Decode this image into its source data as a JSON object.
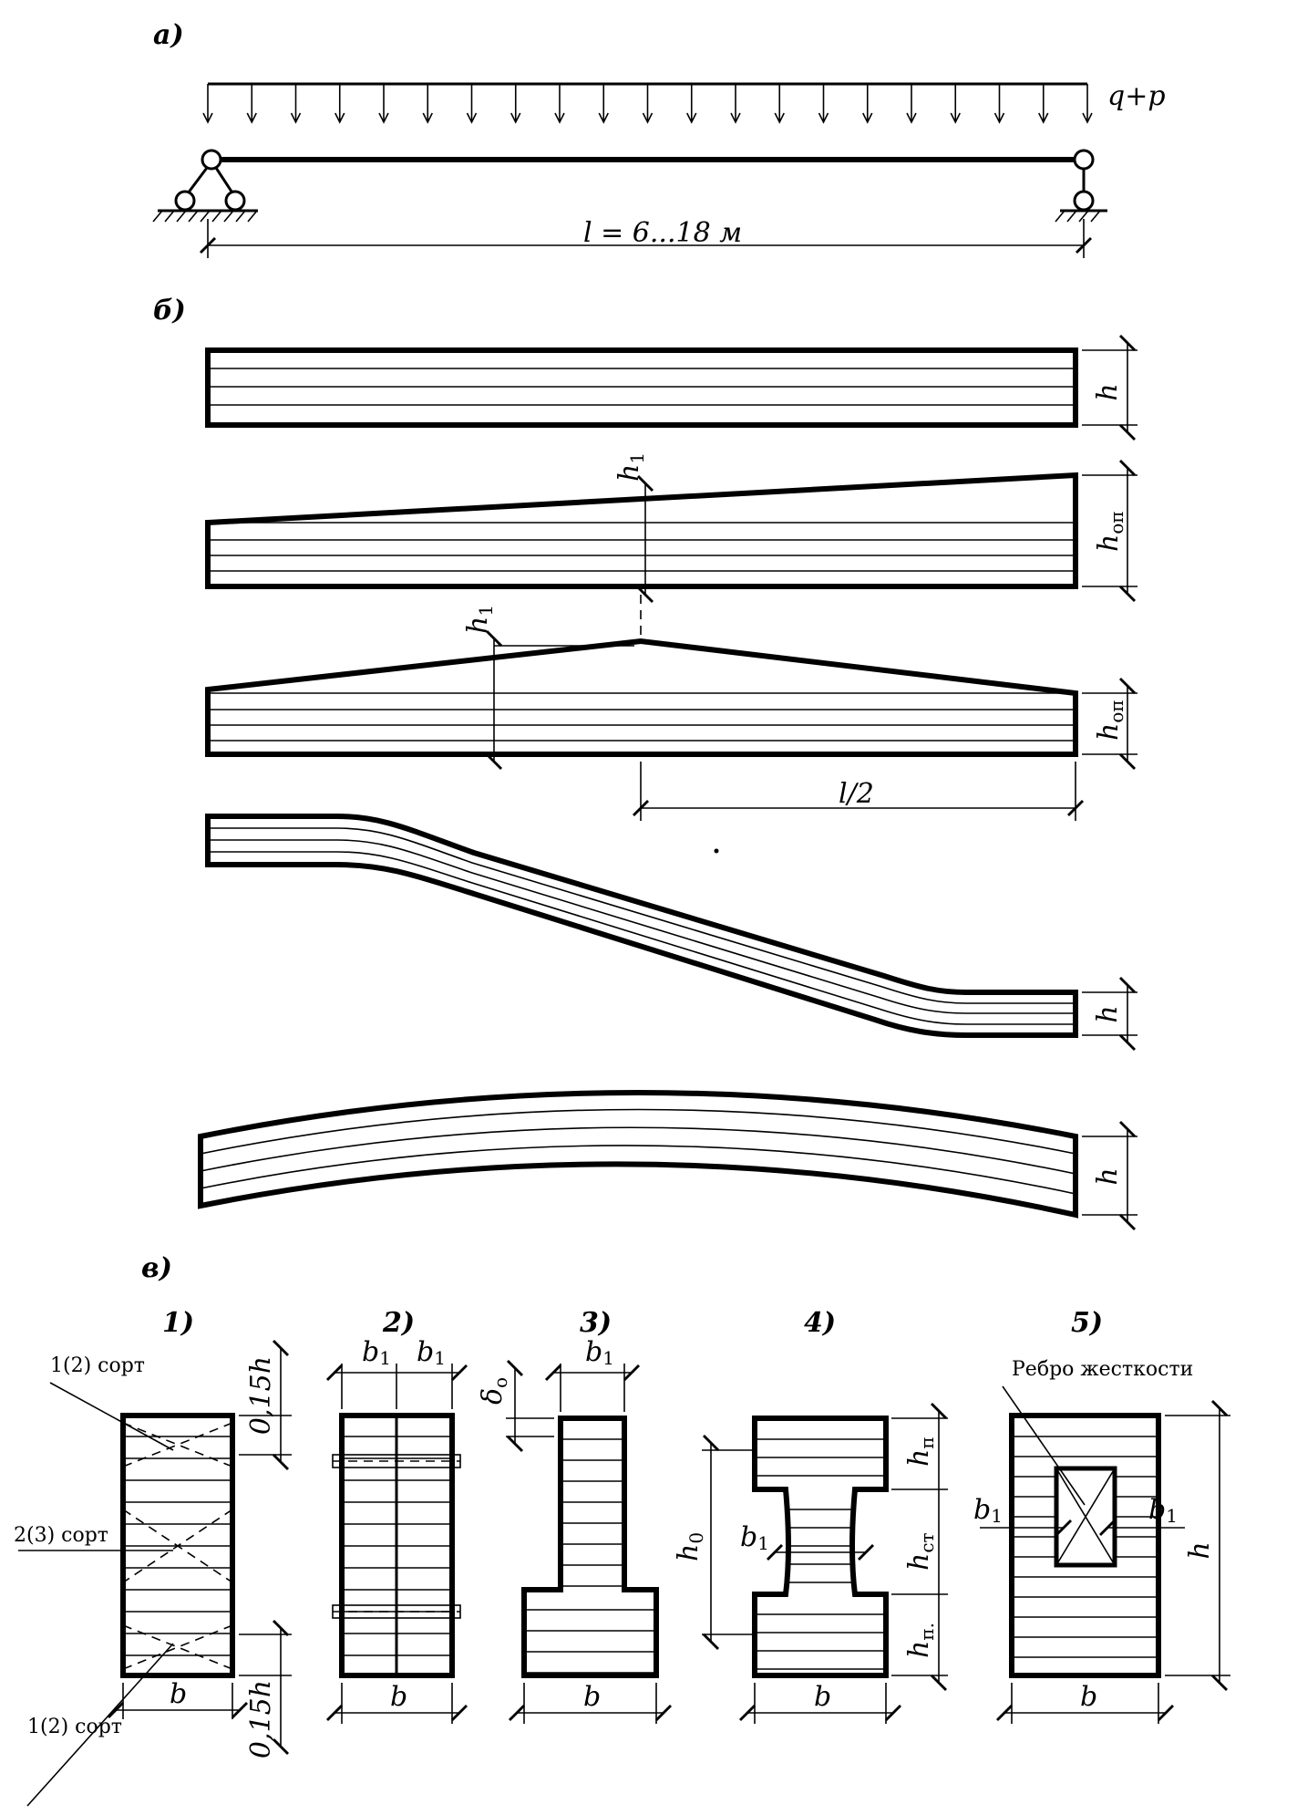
{
  "labels": {
    "part_a": "а)",
    "part_b": "б)",
    "part_v": "в)",
    "load": "q+p",
    "span": "l = 6...18 м",
    "half_span": "l/2",
    "h": "h",
    "h1": "h",
    "h1_sub": "1",
    "hop": "h",
    "hop_sub": "оп",
    "sec1": "1)",
    "sec2": "2)",
    "sec3": "3)",
    "sec4": "4)",
    "sec5": "5)",
    "grade12_top": "1(2) сорт",
    "grade23": "2(3) сорт",
    "grade12_bottom": "1(2) сорт",
    "frac_h": "0,15h",
    "b": "b",
    "b1": "b",
    "b1_sub": "1",
    "delta": "δ",
    "delta_sub": "о",
    "h0": "h",
    "h0_sub": "0",
    "hp": "h",
    "hp_sub": "п",
    "hst": "h",
    "hst_sub": "ст",
    "hp2_sub": "п.",
    "rib": "Ребро жесткости"
  }
}
